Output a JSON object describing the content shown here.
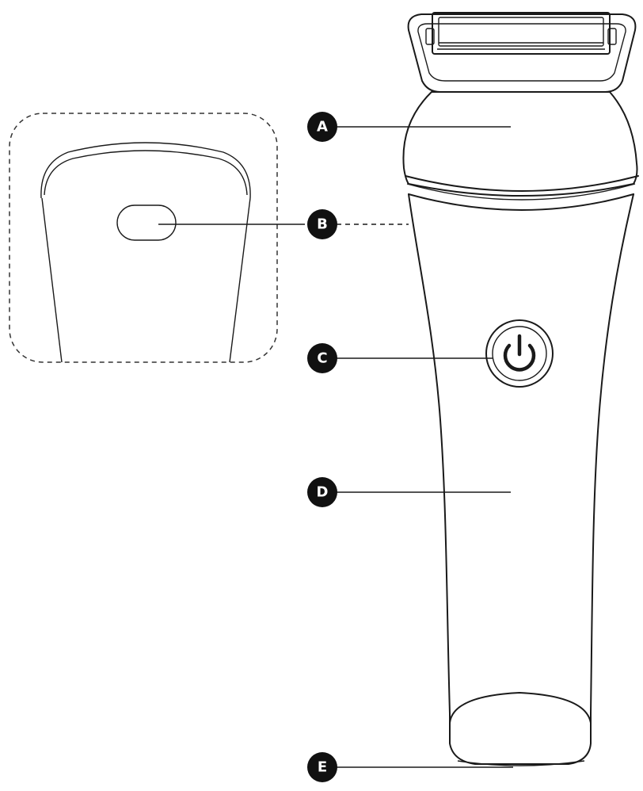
{
  "callouts": [
    {
      "id": "a",
      "letter": "A"
    },
    {
      "id": "b",
      "letter": "B"
    },
    {
      "id": "c",
      "letter": "C"
    },
    {
      "id": "d",
      "letter": "D"
    },
    {
      "id": "e",
      "letter": "E"
    }
  ],
  "icons": {
    "power": "power-icon"
  },
  "colors": {
    "line": "#1a1a1a",
    "callout": "#111111",
    "callout_text": "#ffffff",
    "background": "#ffffff"
  }
}
